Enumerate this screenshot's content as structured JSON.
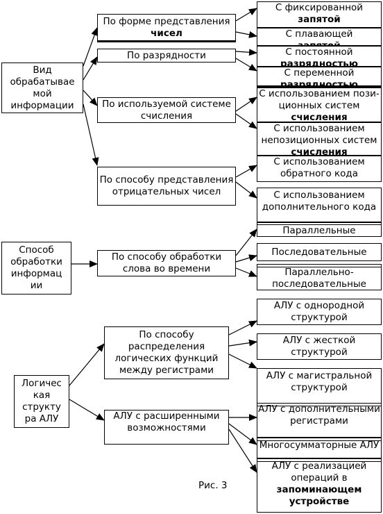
{
  "section1": {
    "root_lines": [
      "Вид",
      "обрабатывае",
      "мой",
      "информации"
    ],
    "cat_form": {
      "text": "По форме представления ",
      "bold": "чисел"
    },
    "cat_width": "По разрядности",
    "cat_system": "По используемой системе счисления",
    "cat_negative": "По способу представления отрицательных чисел",
    "leaf_fixed": {
      "line1": "С фиксированной",
      "bold": "запятой"
    },
    "leaf_float": {
      "line1": "С плавающей",
      "bold": "запятой"
    },
    "leaf_const": {
      "line1": "С постоянной",
      "bold": "разрядностью"
    },
    "leaf_var": {
      "line1": "С переменной",
      "bold": "разрядностью"
    },
    "leaf_pos": {
      "text": "С использованием пози-ционных систем ",
      "bold": "счисления"
    },
    "leaf_nonpos": {
      "text": "С использованием непозиционных систем ",
      "bold": "счисления"
    },
    "leaf_reverse": "С использованием обратного кода",
    "leaf_complement": "С использованием дополнительного кода"
  },
  "section2": {
    "root_lines": [
      "Способ",
      "обработки",
      "информац",
      "ии"
    ],
    "category": "По способу обработки слова во времени",
    "leaf_parallel": "Параллельные",
    "leaf_serial": "Последовательные",
    "leaf_mixed": "Параллельно-последовательные"
  },
  "section3": {
    "root_lines": [
      "Логичес",
      "кая",
      "структу",
      "ра АЛУ"
    ],
    "cat_distribution": "По способу распределения логических функций между регистрами",
    "cat_extended": "АЛУ с расширенными возможностями",
    "leaf_homogeneous": "АЛУ с однородной структурой",
    "leaf_rigid": "АЛУ с жесткой структурой",
    "leaf_bus": "АЛУ с магистральной структурой",
    "leaf_additional": "АЛУ с дополнительными регистрами",
    "leaf_multisum": "Многосумматорные АЛУ",
    "leaf_memory": {
      "text": "АЛУ с реализацией операций в ",
      "bold": "запоминающем устройстве"
    }
  },
  "caption": "Рис. 3"
}
